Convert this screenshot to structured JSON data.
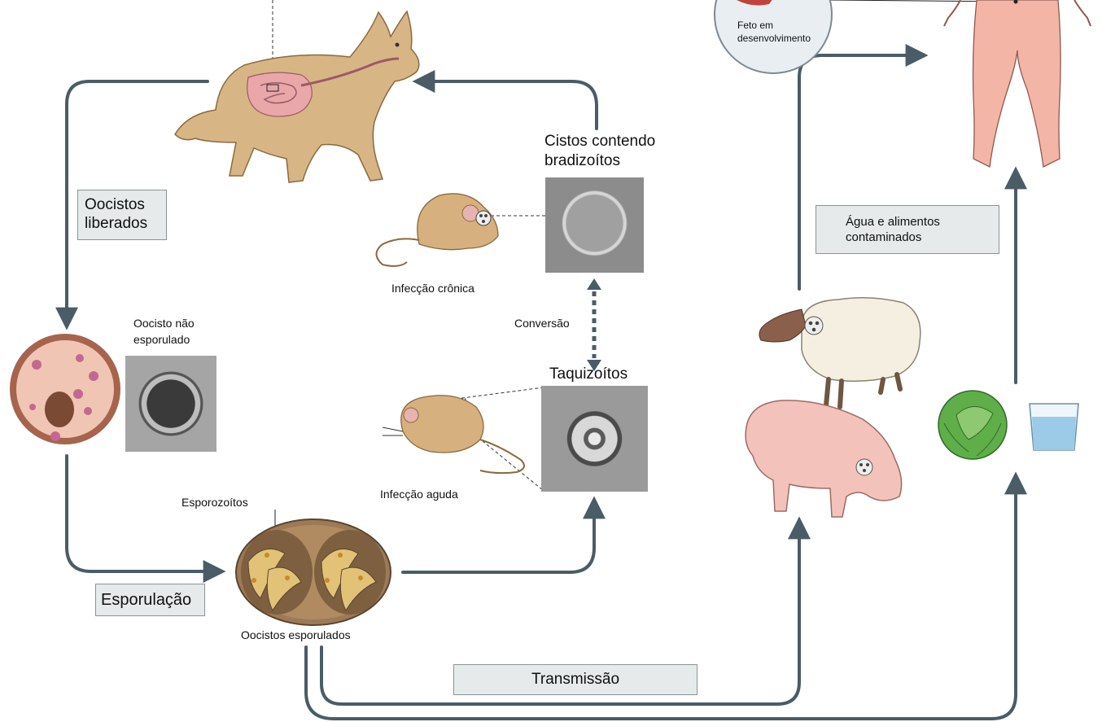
{
  "labels": {
    "fetus": [
      "Feto em",
      "desenvolvimento"
    ],
    "oocysts_released": [
      "Oocistos",
      "liberados"
    ],
    "unsporulated": [
      "Oocisto não",
      "esporulado"
    ],
    "cysts": [
      "Cistos contendo",
      "bradizoítos"
    ],
    "chronic": "Infecção crônica",
    "conversion": "Conversão",
    "tachyzoites": "Taquizoítos",
    "acute": "Infecção aguda",
    "sporozoites": "Esporozoítos",
    "sporulation": "Esporulação",
    "sporulated": "Oocistos esporulados",
    "water_food": [
      "Água e alimentos",
      "contaminados"
    ],
    "transmission": "Transmissão"
  },
  "colors": {
    "arrow": "#4a5c66",
    "box_fill": "#e6eaea",
    "cat": "#d8b585",
    "mouse": "#d6b07e",
    "human": "#f2b5a6",
    "pig": "#f3c2bb",
    "sheep": "#f4efe0",
    "oocyst_outer": "#a6644e",
    "oocyst_inner": "#f1c5b4",
    "sporulated": "#9c7a56",
    "cabbage": "#5fae4a",
    "water": "#9ccbe8"
  },
  "icons": [
    "cat-icon",
    "mouse-icon",
    "sheep-icon",
    "pig-icon",
    "human-icon",
    "cabbage-icon",
    "water-glass-icon",
    "oocyst-icon",
    "sporulated-oocyst-icon"
  ]
}
